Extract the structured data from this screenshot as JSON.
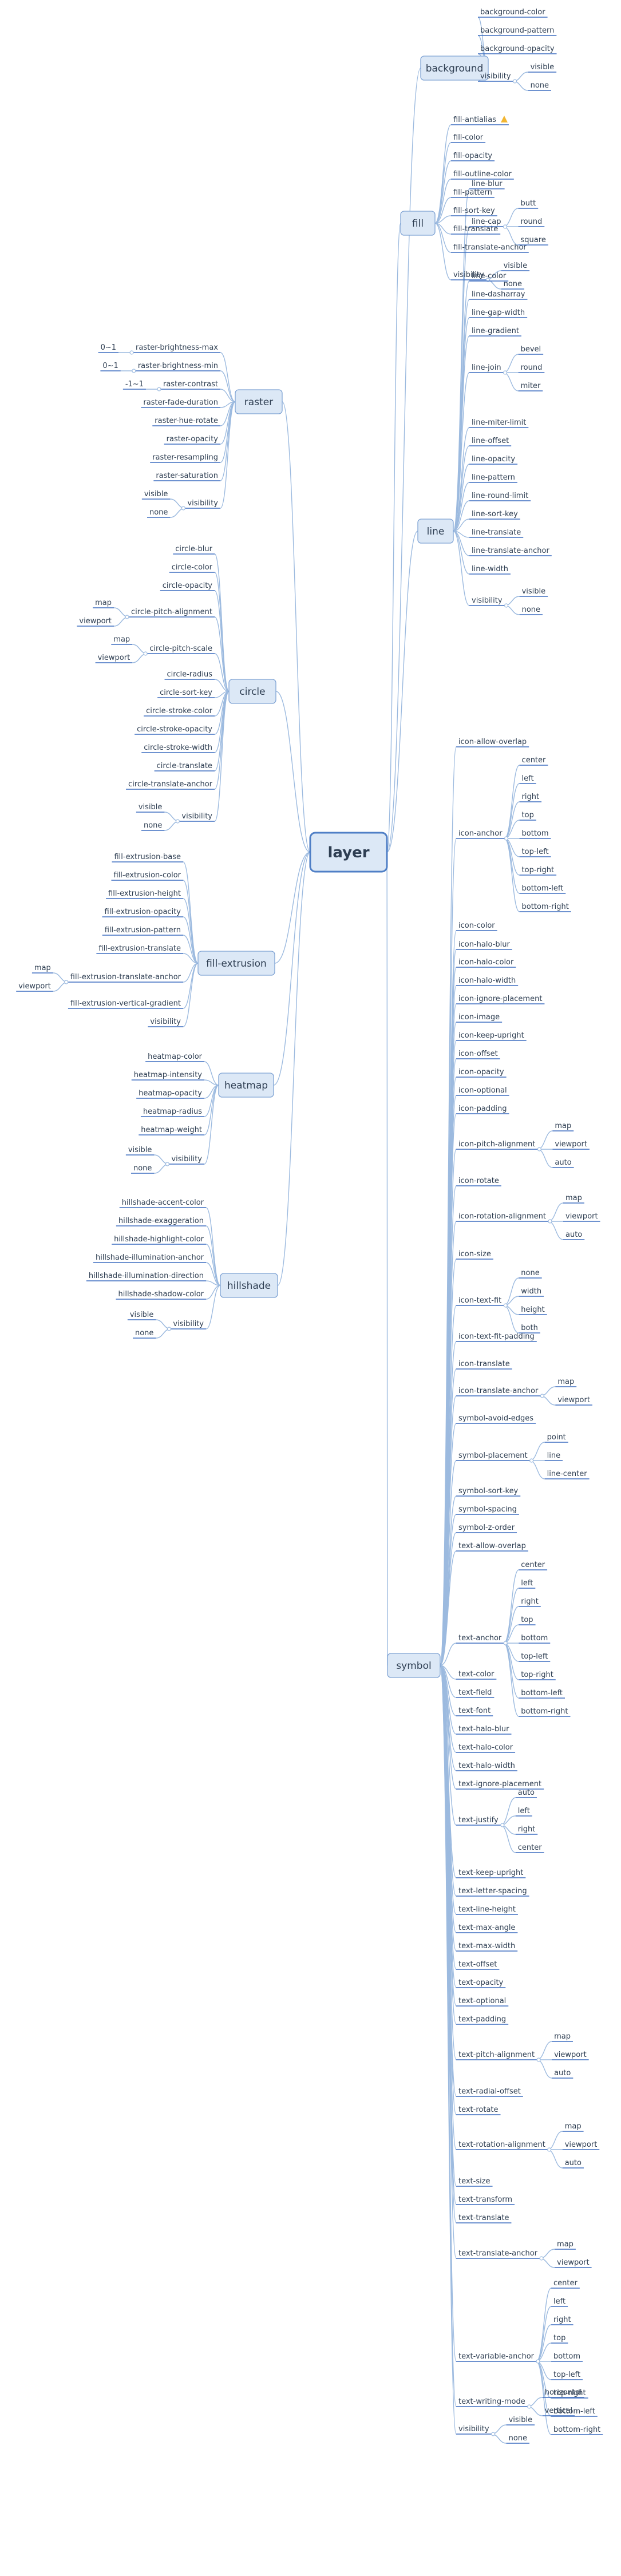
{
  "root": {
    "label": "layer"
  },
  "colors": {
    "branch_fill": "#dce8f6",
    "branch_stroke": "#7fa3d4",
    "edge": "#9cbadf",
    "underline": "#3f6fc0",
    "text": "#2e3e52",
    "warning_icon": "#f2b632"
  },
  "branches": [
    {
      "label": "background",
      "side": "right",
      "children": [
        {
          "label": "background-color"
        },
        {
          "label": "background-pattern"
        },
        {
          "label": "background-opacity"
        },
        {
          "label": "visibility",
          "children": [
            {
              "label": "visible"
            },
            {
              "label": "none"
            }
          ]
        }
      ]
    },
    {
      "label": "fill",
      "side": "right",
      "children": [
        {
          "label": "fill-antialias",
          "icon": "warning-icon"
        },
        {
          "label": "fill-color"
        },
        {
          "label": "fill-opacity"
        },
        {
          "label": "fill-outline-color"
        },
        {
          "label": "fill-pattern"
        },
        {
          "label": "fill-sort-key"
        },
        {
          "label": "fill-translate"
        },
        {
          "label": "fill-translate-anchor"
        },
        {
          "label": "visibility",
          "children": [
            {
              "label": "visible"
            },
            {
              "label": "none"
            }
          ]
        }
      ]
    },
    {
      "label": "line",
      "side": "right",
      "children": [
        {
          "label": "line-blur"
        },
        {
          "label": "line-cap",
          "children": [
            {
              "label": "butt"
            },
            {
              "label": "round"
            },
            {
              "label": "square"
            }
          ]
        },
        {
          "label": "line-color"
        },
        {
          "label": "line-dasharray"
        },
        {
          "label": "line-gap-width"
        },
        {
          "label": "line-gradient"
        },
        {
          "label": "line-join",
          "children": [
            {
              "label": "bevel"
            },
            {
              "label": "round"
            },
            {
              "label": "miter"
            }
          ]
        },
        {
          "label": "line-miter-limit"
        },
        {
          "label": "line-offset"
        },
        {
          "label": "line-opacity"
        },
        {
          "label": "line-pattern"
        },
        {
          "label": "line-round-limit"
        },
        {
          "label": "line-sort-key"
        },
        {
          "label": "line-translate"
        },
        {
          "label": "line-translate-anchor"
        },
        {
          "label": "line-width"
        },
        {
          "label": "visibility",
          "children": [
            {
              "label": "visible"
            },
            {
              "label": "none"
            }
          ]
        }
      ]
    },
    {
      "label": "symbol",
      "side": "right",
      "children": [
        {
          "label": "icon-allow-overlap"
        },
        {
          "label": "icon-anchor",
          "children": [
            {
              "label": "center"
            },
            {
              "label": "left"
            },
            {
              "label": "right"
            },
            {
              "label": "top"
            },
            {
              "label": "bottom"
            },
            {
              "label": "top-left"
            },
            {
              "label": "top-right"
            },
            {
              "label": "bottom-left"
            },
            {
              "label": "bottom-right"
            }
          ]
        },
        {
          "label": "icon-color"
        },
        {
          "label": "icon-halo-blur"
        },
        {
          "label": "icon-halo-color"
        },
        {
          "label": "icon-halo-width"
        },
        {
          "label": "icon-ignore-placement"
        },
        {
          "label": "icon-image"
        },
        {
          "label": "icon-keep-upright"
        },
        {
          "label": "icon-offset"
        },
        {
          "label": "icon-opacity"
        },
        {
          "label": "icon-optional"
        },
        {
          "label": "icon-padding"
        },
        {
          "label": "icon-pitch-alignment",
          "children": [
            {
              "label": "map"
            },
            {
              "label": "viewport"
            },
            {
              "label": "auto"
            }
          ]
        },
        {
          "label": "icon-rotate"
        },
        {
          "label": "icon-rotation-alignment",
          "children": [
            {
              "label": "map"
            },
            {
              "label": "viewport"
            },
            {
              "label": "auto"
            }
          ]
        },
        {
          "label": "icon-size"
        },
        {
          "label": "icon-text-fit",
          "children": [
            {
              "label": "none"
            },
            {
              "label": "width"
            },
            {
              "label": "height"
            },
            {
              "label": "both"
            }
          ]
        },
        {
          "label": "icon-text-fit-padding"
        },
        {
          "label": "icon-translate"
        },
        {
          "label": "icon-translate-anchor",
          "children": [
            {
              "label": "map"
            },
            {
              "label": "viewport"
            }
          ]
        },
        {
          "label": "symbol-avoid-edges"
        },
        {
          "label": "symbol-placement",
          "children": [
            {
              "label": "point"
            },
            {
              "label": "line"
            },
            {
              "label": "line-center"
            }
          ]
        },
        {
          "label": "symbol-sort-key"
        },
        {
          "label": "symbol-spacing"
        },
        {
          "label": "symbol-z-order"
        },
        {
          "label": "text-allow-overlap"
        },
        {
          "label": "text-anchor",
          "children": [
            {
              "label": "center"
            },
            {
              "label": "left"
            },
            {
              "label": "right"
            },
            {
              "label": "top"
            },
            {
              "label": "bottom"
            },
            {
              "label": "top-left"
            },
            {
              "label": "top-right"
            },
            {
              "label": "bottom-left"
            },
            {
              "label": "bottom-right"
            }
          ]
        },
        {
          "label": "text-color"
        },
        {
          "label": "text-field"
        },
        {
          "label": "text-font"
        },
        {
          "label": "text-halo-blur"
        },
        {
          "label": "text-halo-color"
        },
        {
          "label": "text-halo-width"
        },
        {
          "label": "text-ignore-placement"
        },
        {
          "label": "text-justify",
          "children": [
            {
              "label": "auto"
            },
            {
              "label": "left"
            },
            {
              "label": "right"
            },
            {
              "label": "center"
            }
          ]
        },
        {
          "label": "text-keep-upright"
        },
        {
          "label": "text-letter-spacing"
        },
        {
          "label": "text-line-height"
        },
        {
          "label": "text-max-angle"
        },
        {
          "label": "text-max-width"
        },
        {
          "label": "text-offset"
        },
        {
          "label": "text-opacity"
        },
        {
          "label": "text-optional"
        },
        {
          "label": "text-padding"
        },
        {
          "label": "text-pitch-alignment",
          "children": [
            {
              "label": "map"
            },
            {
              "label": "viewport"
            },
            {
              "label": "auto"
            }
          ]
        },
        {
          "label": "text-radial-offset"
        },
        {
          "label": "text-rotate"
        },
        {
          "label": "text-rotation-alignment",
          "children": [
            {
              "label": "map"
            },
            {
              "label": "viewport"
            },
            {
              "label": "auto"
            }
          ]
        },
        {
          "label": "text-size"
        },
        {
          "label": "text-transform"
        },
        {
          "label": "text-translate"
        },
        {
          "label": "text-translate-anchor",
          "children": [
            {
              "label": "map"
            },
            {
              "label": "viewport"
            }
          ]
        },
        {
          "label": "text-variable-anchor",
          "children": [
            {
              "label": "center"
            },
            {
              "label": "left"
            },
            {
              "label": "right"
            },
            {
              "label": "top"
            },
            {
              "label": "bottom"
            },
            {
              "label": "top-left"
            },
            {
              "label": "top-right"
            },
            {
              "label": "bottom-left"
            },
            {
              "label": "bottom-right"
            }
          ]
        },
        {
          "label": "text-writing-mode",
          "children": [
            {
              "label": "horizontal"
            },
            {
              "label": "vertical"
            }
          ]
        },
        {
          "label": "visibility",
          "children": [
            {
              "label": "visible"
            },
            {
              "label": "none"
            }
          ]
        }
      ]
    },
    {
      "label": "raster",
      "side": "left",
      "children": [
        {
          "label": "raster-brightness-max",
          "children": [
            {
              "label": "0~1"
            }
          ]
        },
        {
          "label": "raster-brightness-min",
          "children": [
            {
              "label": "0~1"
            }
          ]
        },
        {
          "label": "raster-contrast",
          "children": [
            {
              "label": "-1~1"
            }
          ]
        },
        {
          "label": "raster-fade-duration"
        },
        {
          "label": "raster-hue-rotate"
        },
        {
          "label": "raster-opacity"
        },
        {
          "label": "raster-resampling"
        },
        {
          "label": "raster-saturation"
        },
        {
          "label": "visibility",
          "children": [
            {
              "label": "visible"
            },
            {
              "label": "none"
            }
          ]
        }
      ]
    },
    {
      "label": "circle",
      "side": "left",
      "children": [
        {
          "label": "circle-blur"
        },
        {
          "label": "circle-color"
        },
        {
          "label": "circle-opacity"
        },
        {
          "label": "circle-pitch-alignment",
          "children": [
            {
              "label": "map"
            },
            {
              "label": "viewport"
            }
          ]
        },
        {
          "label": "circle-pitch-scale",
          "children": [
            {
              "label": "map"
            },
            {
              "label": "viewport"
            }
          ]
        },
        {
          "label": "circle-radius"
        },
        {
          "label": "circle-sort-key"
        },
        {
          "label": "circle-stroke-color"
        },
        {
          "label": "circle-stroke-opacity"
        },
        {
          "label": "circle-stroke-width"
        },
        {
          "label": "circle-translate"
        },
        {
          "label": "circle-translate-anchor"
        },
        {
          "label": "visibility",
          "children": [
            {
              "label": "visible"
            },
            {
              "label": "none"
            }
          ]
        }
      ]
    },
    {
      "label": "fill-extrusion",
      "side": "left",
      "children": [
        {
          "label": "fill-extrusion-base"
        },
        {
          "label": "fill-extrusion-color"
        },
        {
          "label": "fill-extrusion-height"
        },
        {
          "label": "fill-extrusion-opacity"
        },
        {
          "label": "fill-extrusion-pattern"
        },
        {
          "label": "fill-extrusion-translate"
        },
        {
          "label": "fill-extrusion-translate-anchor",
          "children": [
            {
              "label": "map"
            },
            {
              "label": "viewport"
            }
          ]
        },
        {
          "label": "fill-extrusion-vertical-gradient"
        },
        {
          "label": "visibility"
        }
      ]
    },
    {
      "label": "heatmap",
      "side": "left",
      "children": [
        {
          "label": "heatmap-color"
        },
        {
          "label": "heatmap-intensity"
        },
        {
          "label": "heatmap-opacity"
        },
        {
          "label": "heatmap-radius"
        },
        {
          "label": "heatmap-weight"
        },
        {
          "label": "visibility",
          "children": [
            {
              "label": "visible"
            },
            {
              "label": "none"
            }
          ]
        }
      ]
    },
    {
      "label": "hillshade",
      "side": "left",
      "children": [
        {
          "label": "hillshade-accent-color"
        },
        {
          "label": "hillshade-exaggeration"
        },
        {
          "label": "hillshade-highlight-color"
        },
        {
          "label": "hillshade-illumination-anchor"
        },
        {
          "label": "hillshade-illumination-direction"
        },
        {
          "label": "hillshade-shadow-color"
        },
        {
          "label": "visibility",
          "children": [
            {
              "label": "visible"
            },
            {
              "label": "none"
            }
          ]
        }
      ]
    }
  ]
}
